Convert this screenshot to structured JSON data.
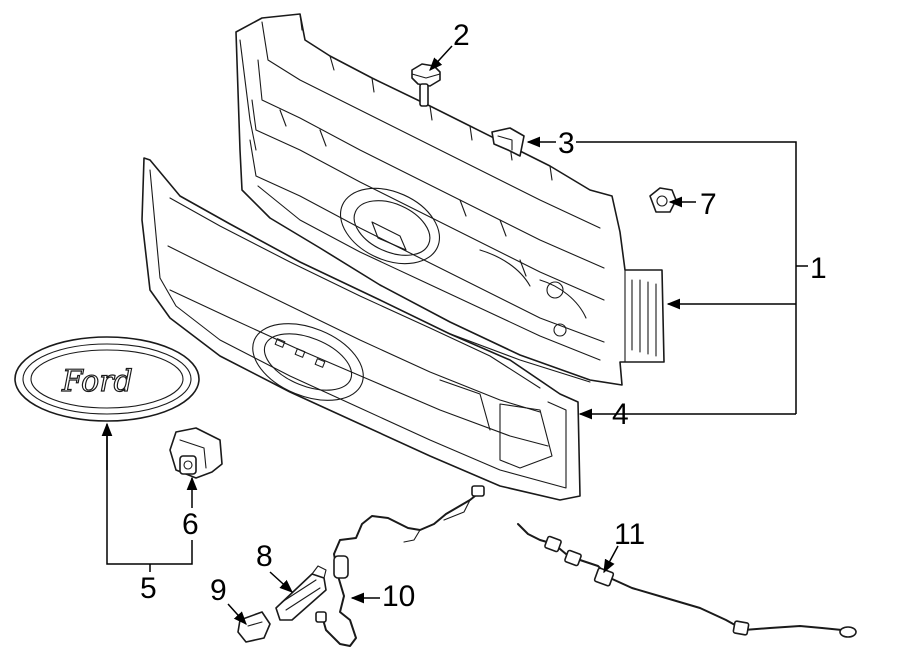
{
  "diagram": {
    "emblem_text": "Ford",
    "callouts": [
      {
        "id": "c1",
        "label": "1"
      },
      {
        "id": "c2",
        "label": "2"
      },
      {
        "id": "c3",
        "label": "3"
      },
      {
        "id": "c4",
        "label": "4"
      },
      {
        "id": "c5",
        "label": "5"
      },
      {
        "id": "c6",
        "label": "6"
      },
      {
        "id": "c7",
        "label": "7"
      },
      {
        "id": "c8",
        "label": "8"
      },
      {
        "id": "c9",
        "label": "9"
      },
      {
        "id": "c10",
        "label": "10"
      },
      {
        "id": "c11",
        "label": "11"
      }
    ]
  }
}
